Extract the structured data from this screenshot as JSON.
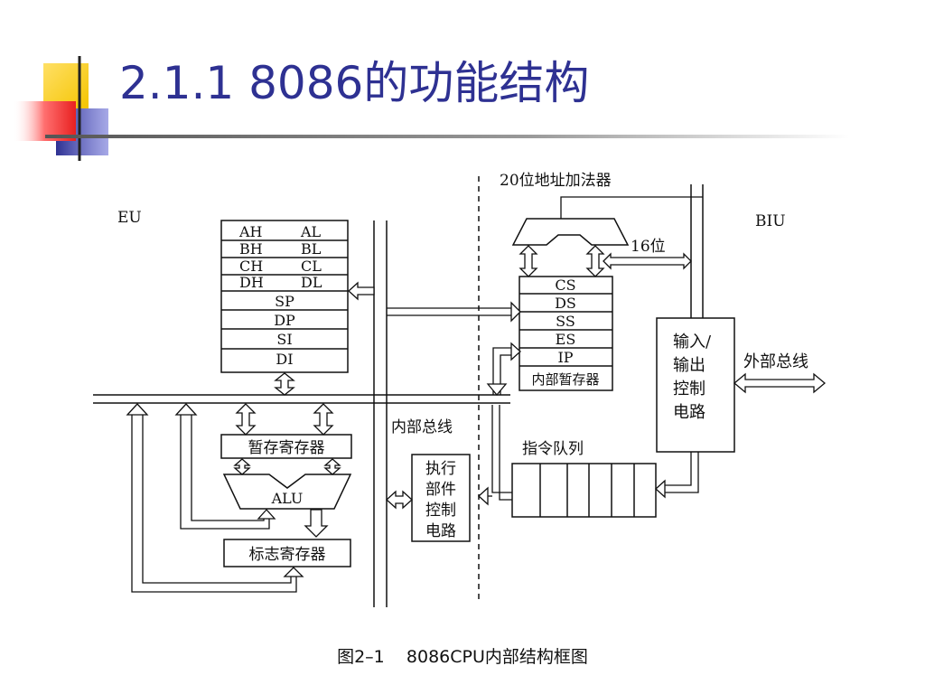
{
  "slide": {
    "title": "2.1.1 8086的功能结构",
    "accent_color": "#2e3192"
  },
  "diagram": {
    "eu_label": "EU",
    "biu_label": "BIU",
    "registers": {
      "row1_left": "AH",
      "row1_right": "AL",
      "row2_left": "BH",
      "row2_right": "BL",
      "row3_left": "CH",
      "row3_right": "CL",
      "row4_left": "DH",
      "row4_right": "DL",
      "sp": "SP",
      "dp": "DP",
      "si": "SI",
      "di": "DI"
    },
    "temp_register": "暂存寄存器",
    "alu": "ALU",
    "flag_register": "标志寄存器",
    "eu_control": [
      "执行",
      "部件",
      "控制",
      "电路"
    ],
    "internal_bus": "内部总线",
    "adder": "20位地址加法器",
    "width_label": "16位",
    "segment_registers": [
      "CS",
      "DS",
      "SS",
      "ES",
      "IP"
    ],
    "internal_temp": "内部暂存器",
    "io_control": [
      "输入/",
      "输出",
      "控制",
      "电路"
    ],
    "external_bus": "外部总线",
    "instruction_queue": "指令队列"
  },
  "caption": "图2–1    8086CPU内部结构框图"
}
